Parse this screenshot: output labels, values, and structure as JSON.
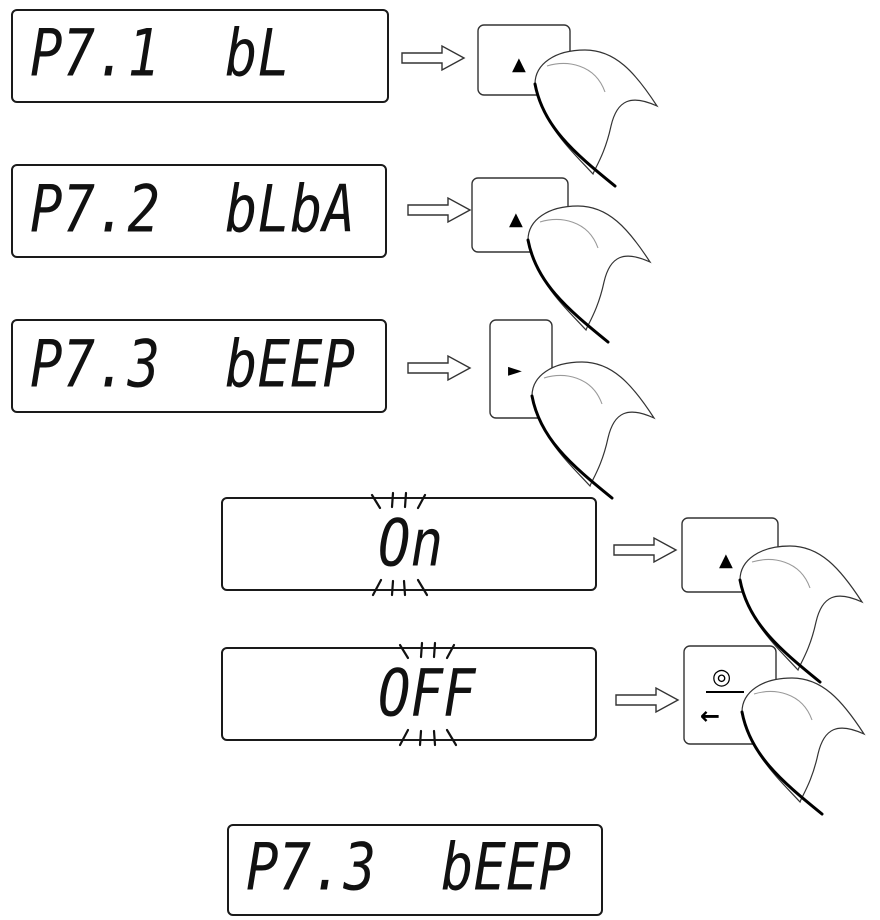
{
  "steps": [
    {
      "display": "P7.1  bL",
      "key": "up-key"
    },
    {
      "display": "P7.2  bLbA",
      "key": "up-key"
    },
    {
      "display": "P7.3  bEEP",
      "key": "right-key"
    },
    {
      "display": "On",
      "key": "up-key",
      "blinking": true
    },
    {
      "display": "OFF",
      "key": "enter-key",
      "blinking": true
    },
    {
      "display": "P7.3  bEEP"
    }
  ],
  "glyphs": {
    "up": "▲",
    "right": "►",
    "enter_arrow": "←",
    "enter_symbol": "◎"
  }
}
